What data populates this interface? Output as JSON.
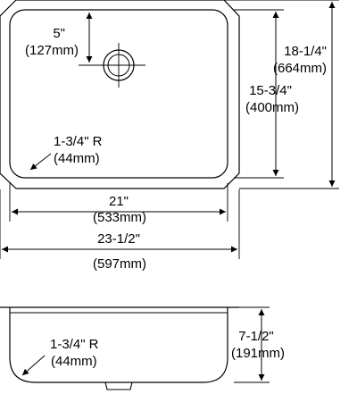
{
  "top_view": {
    "drain_offset": {
      "imperial": "5\"",
      "metric": "(127mm)"
    },
    "bowl_length": {
      "imperial": "15-3/4\"",
      "metric": "(400mm)"
    },
    "overall_length": {
      "imperial": "18-1/4\"",
      "metric": "(664mm)"
    },
    "corner_radius": {
      "imperial": "1-3/4\" R",
      "metric": "(44mm)"
    },
    "bowl_width": {
      "imperial": "21\"",
      "metric": "(533mm)"
    },
    "overall_width": {
      "imperial": "23-1/2\"",
      "metric": "(597mm)"
    }
  },
  "side_view": {
    "corner_radius": {
      "imperial": "1-3/4\" R",
      "metric": "(44mm)"
    },
    "depth": {
      "imperial": "7-1/2\"",
      "metric": "(191mm)"
    }
  }
}
